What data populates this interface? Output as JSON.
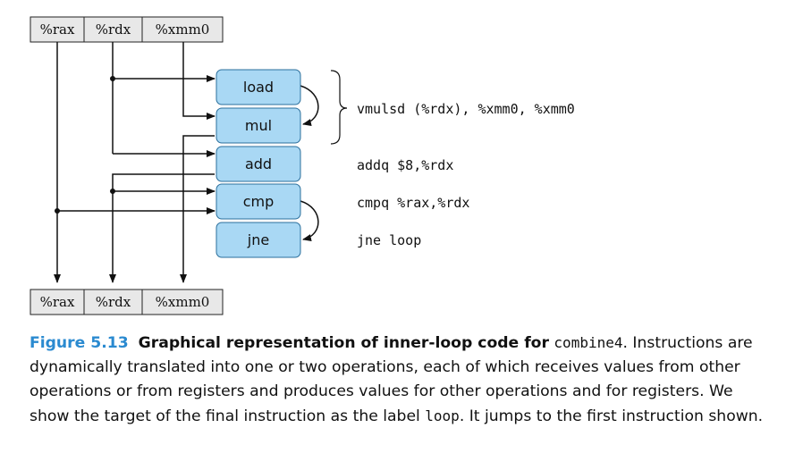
{
  "registers": {
    "top": [
      "%rax",
      "%rdx",
      "%xmm0"
    ],
    "bottom": [
      "%rax",
      "%rdx",
      "%xmm0"
    ]
  },
  "operations": [
    "load",
    "mul",
    "add",
    "cmp",
    "jne"
  ],
  "instructions": [
    "vmulsd (%rdx), %xmm0, %xmm0",
    "addq $8,%rdx",
    "cmpq %rax,%rdx",
    "jne loop"
  ],
  "caption": {
    "figure_label": "Figure 5.13",
    "title": "Graphical representation of inner-loop code for",
    "title_code": "combine4",
    "body_1": ". Instructions are dynamically translated into one or two operations, each of which receives values from other operations or from registers and produces values for other operations and for registers. We show the target of the final instruction as the label",
    "body_code": "loop",
    "body_2": ". It jumps to the first instruction shown."
  },
  "colors": {
    "register_fill": "#e8e8e8",
    "operation_fill": "#a9d8f4",
    "operation_stroke": "#2b6f9c",
    "figure_label": "#2a8ad0"
  }
}
